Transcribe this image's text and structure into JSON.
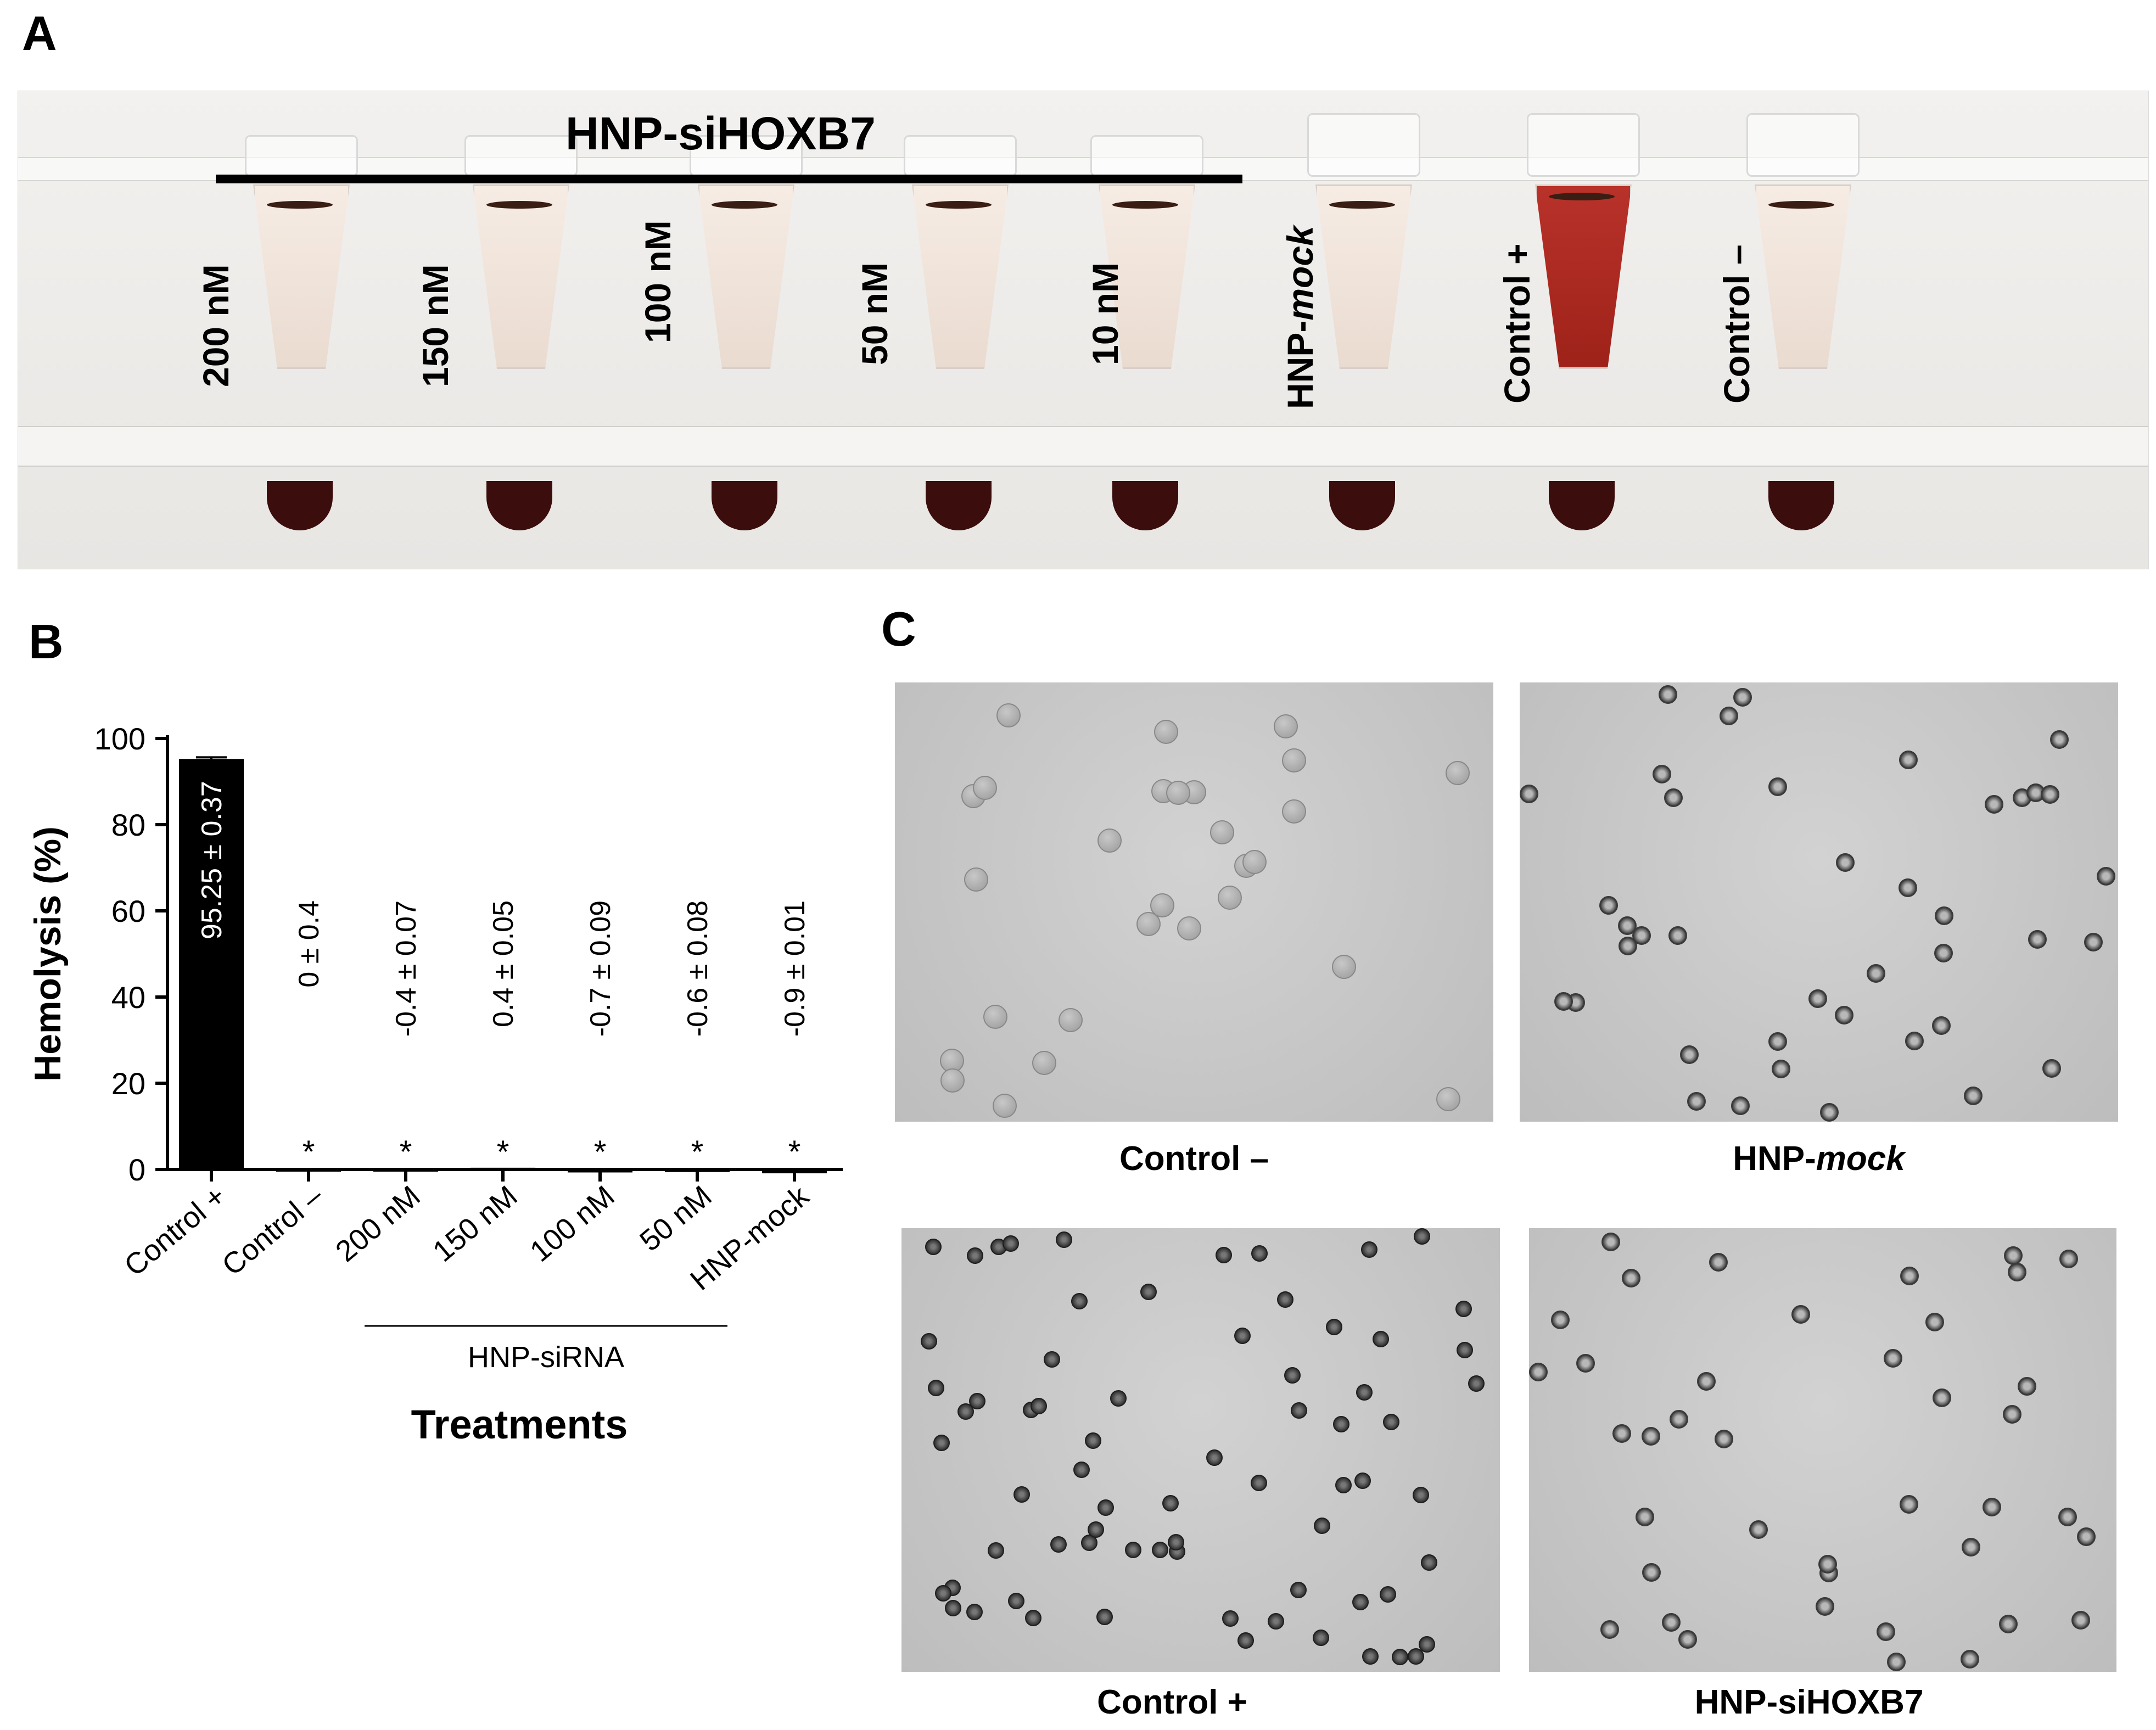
{
  "panels": {
    "a": "A",
    "b": "B",
    "c": "C"
  },
  "panelA": {
    "group_label": "HNP-siHOXB7",
    "tubes": [
      {
        "label": "200 nM",
        "lysed": false
      },
      {
        "label": "150 nM",
        "lysed": false
      },
      {
        "label": "100 nM",
        "lysed": false
      },
      {
        "label": "50 nM",
        "lysed": false
      },
      {
        "label": "10 nM",
        "lysed": false
      },
      {
        "label_prefix": "HNP-",
        "label_italic": "mock",
        "lysed": false
      },
      {
        "label": "Control +",
        "lysed": true
      },
      {
        "label": "Control –",
        "lysed": false
      }
    ]
  },
  "chart_data": {
    "type": "bar",
    "ylabel": "Hemolysis (%)",
    "xlabel": "Treatments",
    "ylim": [
      0,
      100
    ],
    "yticks": [
      0,
      20,
      40,
      60,
      80,
      100
    ],
    "categories": [
      "Control +",
      "Control –",
      "200 nM",
      "150 nM",
      "100 nM",
      "50 nM",
      "HNP-mock"
    ],
    "values": [
      95.25,
      0,
      -0.4,
      0.4,
      -0.7,
      -0.6,
      -0.9
    ],
    "value_labels": [
      "95.25 ± 0.37",
      "0 ± 0.4",
      "-0.4 ± 0.07",
      "0.4 ± 0.05",
      "-0.7 ± 0.09",
      "-0.6 ± 0.08",
      "-0.9 ± 0.01"
    ],
    "errors": [
      0.37,
      0.4,
      0.07,
      0.05,
      0.09,
      0.08,
      0.01
    ],
    "significance": [
      "",
      "*",
      "*",
      "*",
      "*",
      "*",
      "*"
    ],
    "group_bracket": {
      "label": "HNP-siRNA",
      "from": "200 nM",
      "to": "50 nM"
    },
    "bar_color": "#000000"
  },
  "panelC": {
    "images": [
      {
        "caption": "Control –",
        "cells": "smooth"
      },
      {
        "caption_prefix": "HNP-",
        "caption_italic": "mock",
        "cells": "ring"
      },
      {
        "caption": "Control +",
        "cells": "dark"
      },
      {
        "caption": "HNP-siHOXB7",
        "cells": "ring"
      }
    ]
  }
}
